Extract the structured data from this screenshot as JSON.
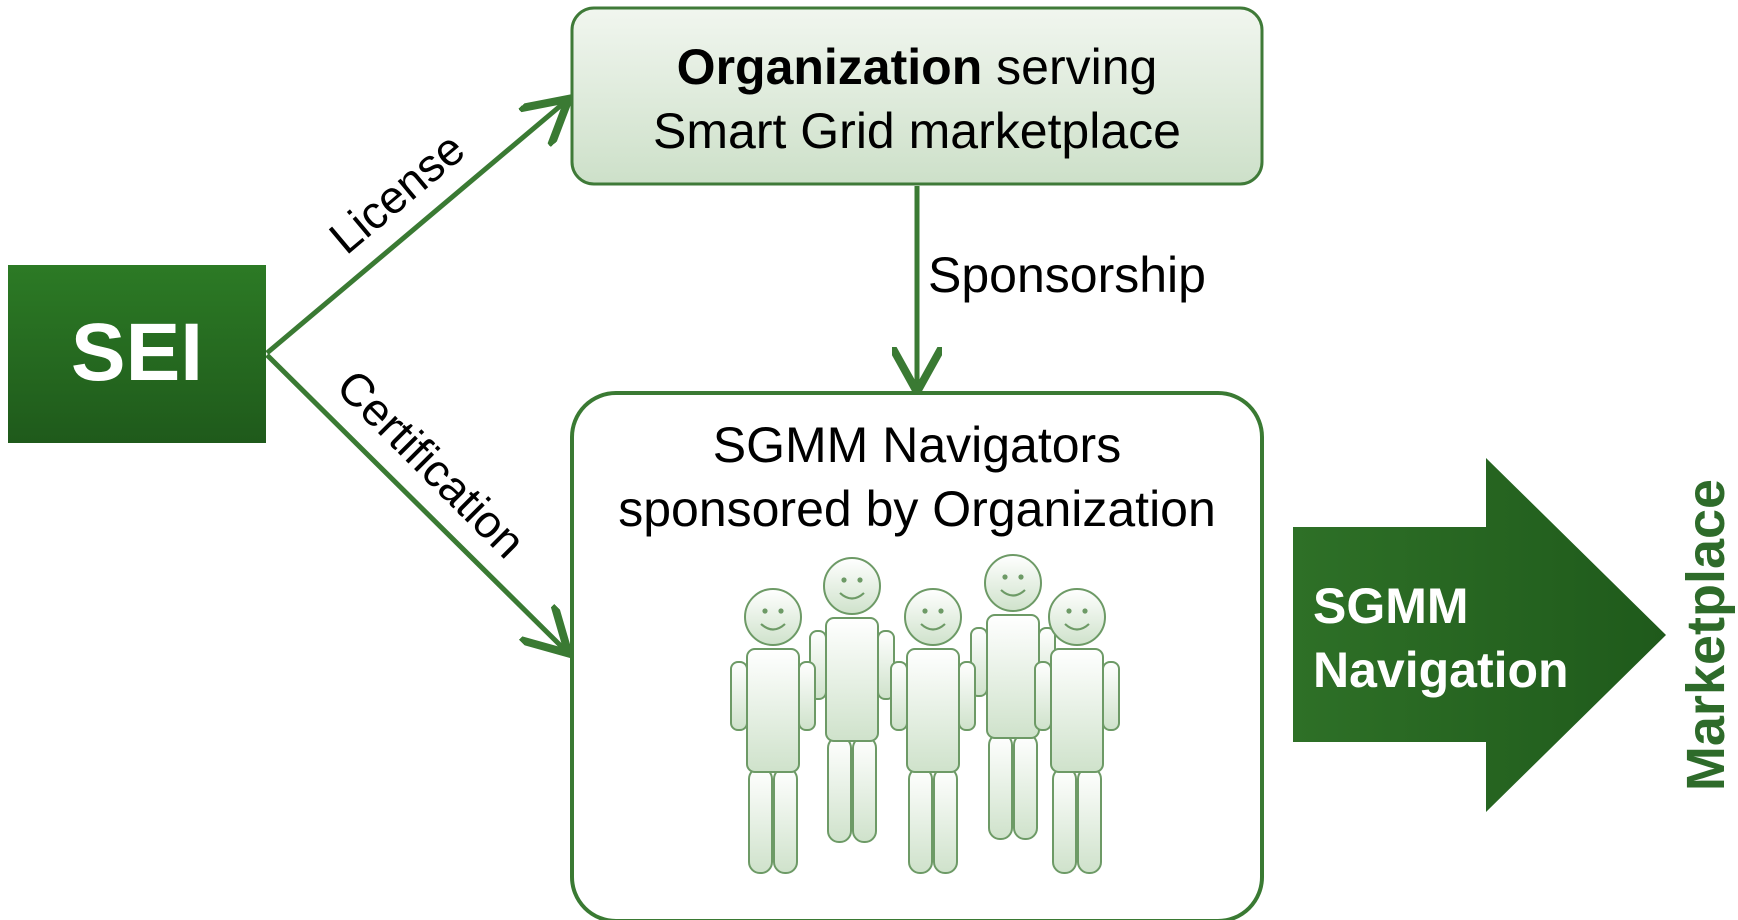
{
  "colors": {
    "dark_green": "#2e6b2a",
    "arrow_green": "#3a7a33",
    "light_green_fill_top": "#eef4ec",
    "light_green_fill_bottom": "#cfe2cb",
    "figure_stroke": "#6d9a66"
  },
  "sei": {
    "label": "SEI"
  },
  "organization": {
    "bold": "Organization",
    "rest_line1": " serving",
    "line2": "Smart Grid marketplace"
  },
  "edges": {
    "license": "License",
    "certification": "Certification",
    "sponsorship": "Sponsorship"
  },
  "navigators": {
    "line1": "SGMM Navigators",
    "line2": "sponsored by Organization",
    "figures": [
      "person-icon",
      "person-icon",
      "person-icon",
      "person-icon",
      "person-icon"
    ]
  },
  "navigation": {
    "line1": "SGMM",
    "line2": "Navigation"
  },
  "marketplace": {
    "label": "Marketplace"
  }
}
